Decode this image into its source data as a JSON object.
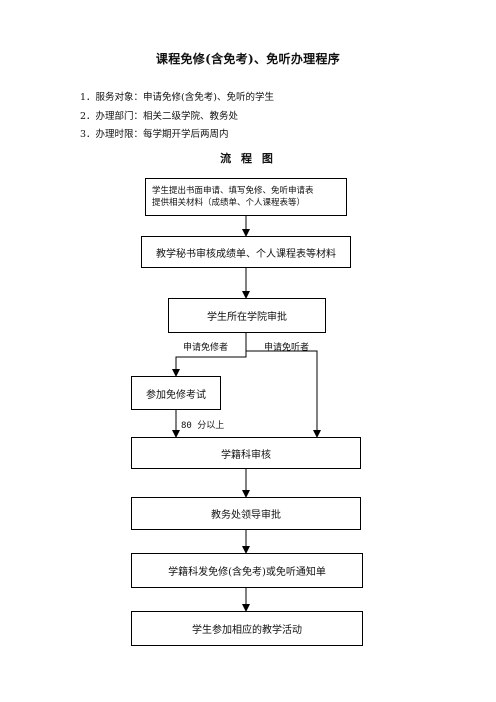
{
  "title": "课程免修(含免考)、免听办理程序",
  "info": [
    "1．服务对象：申请免修(含免考)、免听的学生",
    "2．办理部门：相关二级学院、教务处",
    "3．办理时限：每学期开学后两周内"
  ],
  "flow_heading": "流 程 图",
  "steps": {
    "apply_line1": "学生提出书面申请、填写免修、免听申请表",
    "apply_line2": "提供相关材料（成绩单、个人课程表等）",
    "secretary": "教学秘书审核成绩单、个人课程表等材料",
    "college": "学生所在学院审批",
    "exam": "参加免修考试",
    "registry": "学籍科审核",
    "leader": "教务处领导审批",
    "notice": "学籍科发免修(含免考)或免听通知单",
    "activity": "学生参加相应的教学活动"
  },
  "labels": {
    "exempt_study": "申请免修者",
    "exempt_attend": "申请免听者",
    "score": "80 分以上"
  }
}
